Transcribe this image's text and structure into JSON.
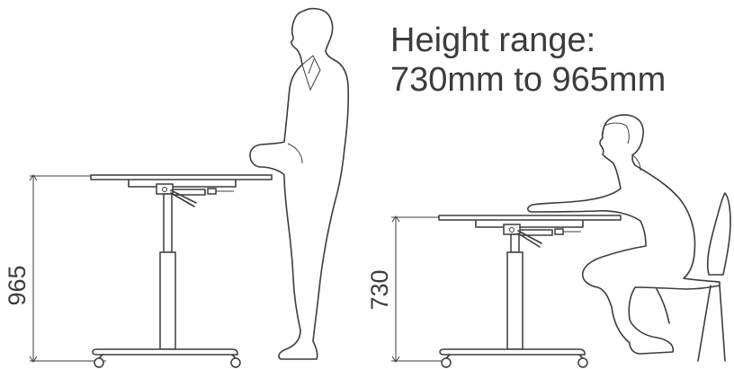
{
  "caption": {
    "line1": "Height range:",
    "line2": "730mm to 965mm"
  },
  "dimensions": {
    "standing_height": "965",
    "seated_height": "730"
  },
  "colors": {
    "line": "#3c3c3c",
    "background": "#ffffff"
  }
}
